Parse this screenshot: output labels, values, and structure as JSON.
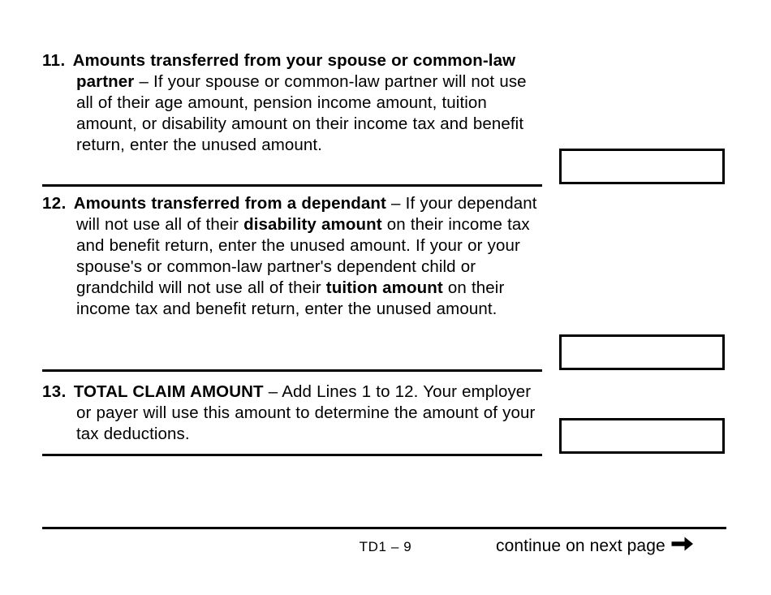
{
  "document": {
    "form_name": "TD1",
    "page_label": "TD1 – 9",
    "background_color": "#ffffff",
    "text_color": "#000000"
  },
  "items": [
    {
      "number": "11.",
      "title": "Amounts transferred from your spouse or common-law partner",
      "dash": " – ",
      "body": "If your spouse or common-law partner will not use all of their age amount, pension income amount, tuition amount, or disability amount on their income tax and benefit return, enter the unused amount.",
      "full_text": "11. Amounts transferred from your spouse or common-law partner – If your spouse or common-law partner will not use all of their age amount, pension income amount, tuition amount, or disability amount on their income tax and benefit return, enter the unused amount.",
      "amount_value": ""
    },
    {
      "number": "12.",
      "title": "Amounts transferred from a dependant",
      "dash": " – ",
      "body_part1": "If your dependant will not use all of their ",
      "bold1": "disability amount",
      "body_part2": " on their income tax and benefit return, enter the unused amount. If your or your spouse's or common-law partner's dependent child or grandchild will not use all of their ",
      "bold2": "tuition amount",
      "body_part3": " on their income tax and benefit return, enter the unused amount.",
      "full_text": "12. Amounts transferred from a dependant – If your dependant will not use all of their disability amount on their income tax and benefit return, enter the unused amount. If your or your spouse's or common-law partner's dependent child or grandchild will not use all of their tuition amount on their income tax and benefit return, enter the unused amount.",
      "amount_value": ""
    },
    {
      "number": "13.",
      "title": "TOTAL CLAIM AMOUNT",
      "dash": " – ",
      "body": "Add Lines 1 to 12. Your employer or payer will use this amount to determine the amount of your tax deductions.",
      "full_text": "13. TOTAL CLAIM AMOUNT – Add Lines 1 to 12. Your employer or payer will use this amount to determine the amount of your tax deductions.",
      "amount_value": ""
    }
  ],
  "footer": {
    "page_id": "TD1 – 9",
    "continue_label": "continue on next page",
    "arrow_glyph": "➔"
  }
}
